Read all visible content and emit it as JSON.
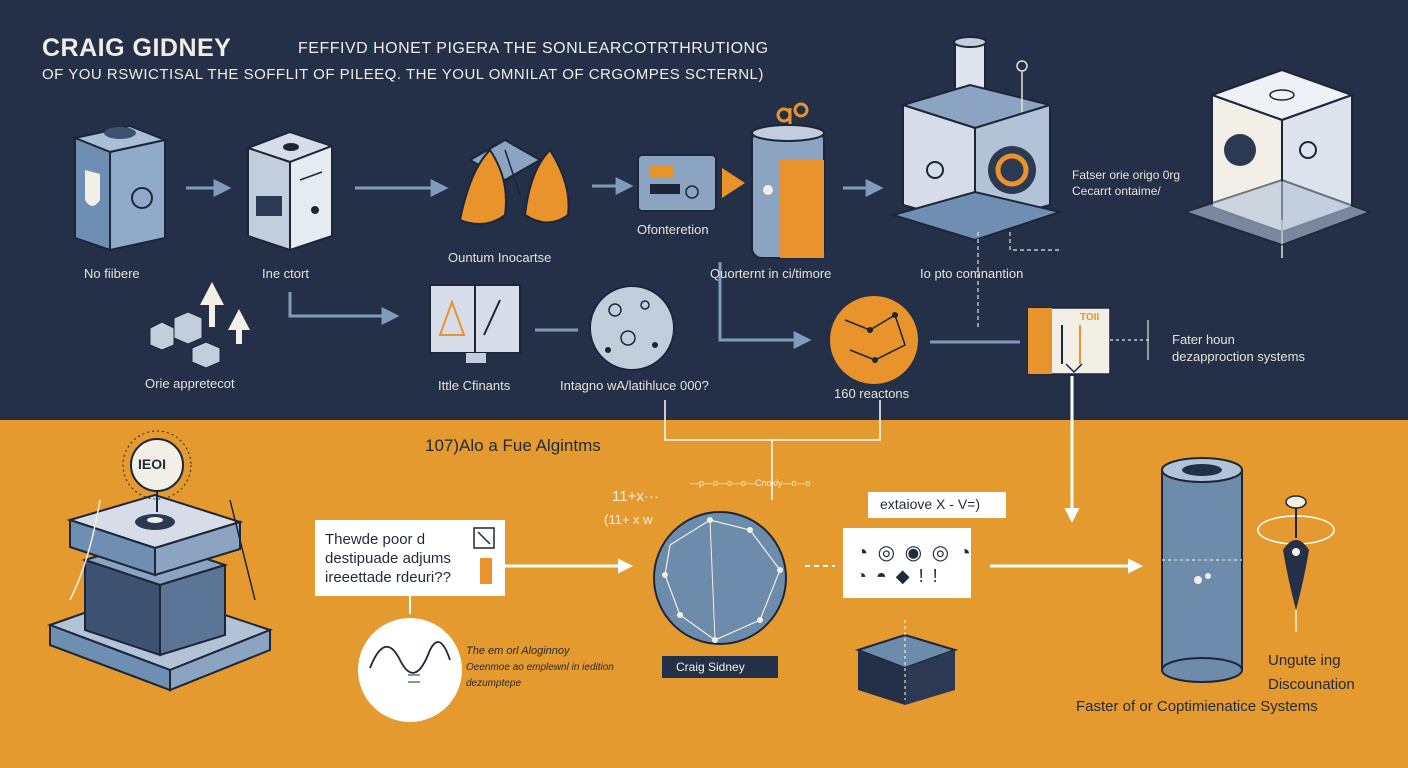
{
  "header": {
    "title_bold": "CRAIG GIDNEY",
    "title_rest": "FEFFIVD HONET PIGERA THE SONLEARCOTRTHRUTIONG",
    "subtitle": "OF YOU RSWICTISAL THE SOFFLIT OF  PILEEQ. THE YOUL OMNILAT OF CRGOMPES SCTERNL)"
  },
  "top_row": {
    "labels": [
      "No fiibere",
      "Ine ctort",
      "Ountum Inocartse",
      "Ofonteretion",
      "Quorternt in ci/timore",
      "Io pto comnantion"
    ],
    "right_note": [
      "Fatser orie origo 0rg",
      "Cecarrt ontaime/"
    ]
  },
  "mid_row": {
    "labels": [
      "Orie appretecot",
      "Ittle Cfinants",
      "Intagno wA/latihluce 000?",
      "160 reactons"
    ],
    "right_note": [
      "Fater houn",
      "dezapproction systems"
    ],
    "panel_code": "TOII"
  },
  "bottom": {
    "algo_title": "107)Alo a Fue Algintms",
    "chip_text": "IEOI",
    "callout": [
      "Thewde poor d",
      "destipuade adjums",
      "ireeettade rdeuri??"
    ],
    "wave_caption": [
      "The em orl Aloginnoy",
      "Oeenmoe ao emplewnl in iedition",
      "dezumptepe"
    ],
    "formula_1": "11+x···",
    "formula_2": "(11+ x w",
    "formula_scrawl": "—p—o—o—o—Cnokiy—o—o",
    "network_label": "Craig Sidney",
    "extaiove": "extaiove  X - V=)",
    "symbols_row1": "◔ ◎ ◉ ◎ ◔",
    "symbols_row2": "◔ ◓ ◆ !  !",
    "right_labels": [
      "Ungute ing",
      "Discounation",
      "Faster of or Coptimienatice Systems"
    ]
  },
  "colors": {
    "navy": "#233048",
    "orange": "#e49a2e",
    "steel_blue": "#6d8bab",
    "cream": "#f2efe7",
    "accent_orange": "#e8932b"
  }
}
